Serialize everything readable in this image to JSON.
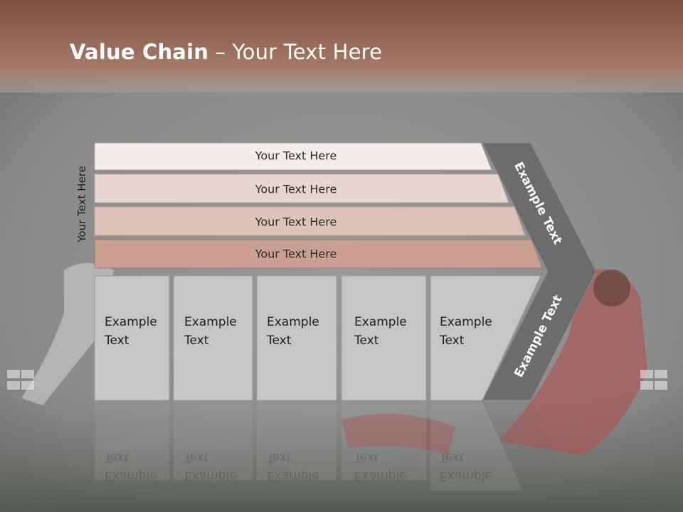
{
  "slide": {
    "title_bold": "Value Chain",
    "title_rest": " – Your Text Here",
    "side_label": "Your Text Here"
  },
  "rows": [
    {
      "label": "Your Text Here"
    },
    {
      "label": "Your Text Here"
    },
    {
      "label": "Your Text Here"
    },
    {
      "label": "Your Text Here"
    }
  ],
  "boxes": [
    {
      "line1": "Example",
      "line2": "Text"
    },
    {
      "line1": "Example",
      "line2": "Text"
    },
    {
      "line1": "Example",
      "line2": "Text"
    },
    {
      "line1": "Example",
      "line2": "Text"
    },
    {
      "line1": "Example",
      "line2": "Text"
    }
  ],
  "arrow": {
    "upper_label": "Example Text",
    "lower_label": "Example Text"
  },
  "colors": {
    "header": "#9c6a58",
    "row1": "#f4ecea",
    "row2": "#e8d7d1",
    "row3": "#dcc2b9",
    "row4": "#c9a092",
    "box": "#c6c6c6",
    "arrow": "#6c6c6c"
  }
}
